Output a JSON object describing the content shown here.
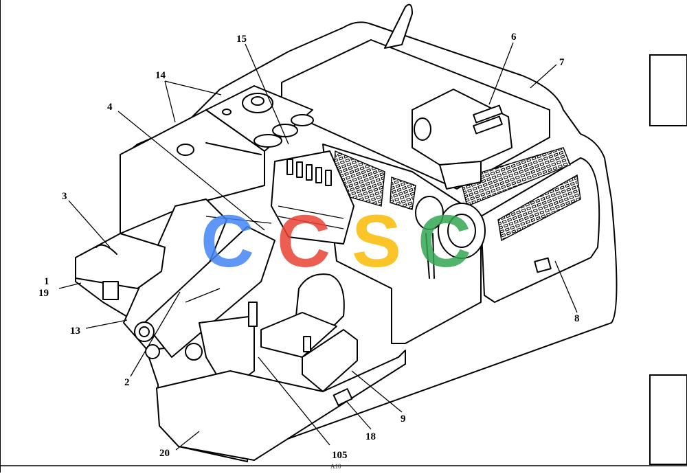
{
  "diagram": {
    "callouts": [
      {
        "id": "c1",
        "label": "1"
      },
      {
        "id": "c19",
        "label": "19"
      },
      {
        "id": "c2",
        "label": "2"
      },
      {
        "id": "c3",
        "label": "3"
      },
      {
        "id": "c4",
        "label": "4"
      },
      {
        "id": "c6",
        "label": "6"
      },
      {
        "id": "c7",
        "label": "7"
      },
      {
        "id": "c8",
        "label": "8"
      },
      {
        "id": "c9",
        "label": "9"
      },
      {
        "id": "c13",
        "label": "13"
      },
      {
        "id": "c14",
        "label": "14"
      },
      {
        "id": "c15",
        "label": "15"
      },
      {
        "id": "c18",
        "label": "18"
      },
      {
        "id": "c20",
        "label": "20"
      },
      {
        "id": "c105",
        "label": "105"
      }
    ],
    "footer_code": "A10"
  },
  "watermark": {
    "letters": [
      "C",
      "C",
      "S",
      "C"
    ],
    "colors": [
      "#4285F4",
      "#EA4335",
      "#FBBC05",
      "#34A853"
    ]
  },
  "colors": {
    "line": "#000000",
    "background": "#ffffff"
  }
}
